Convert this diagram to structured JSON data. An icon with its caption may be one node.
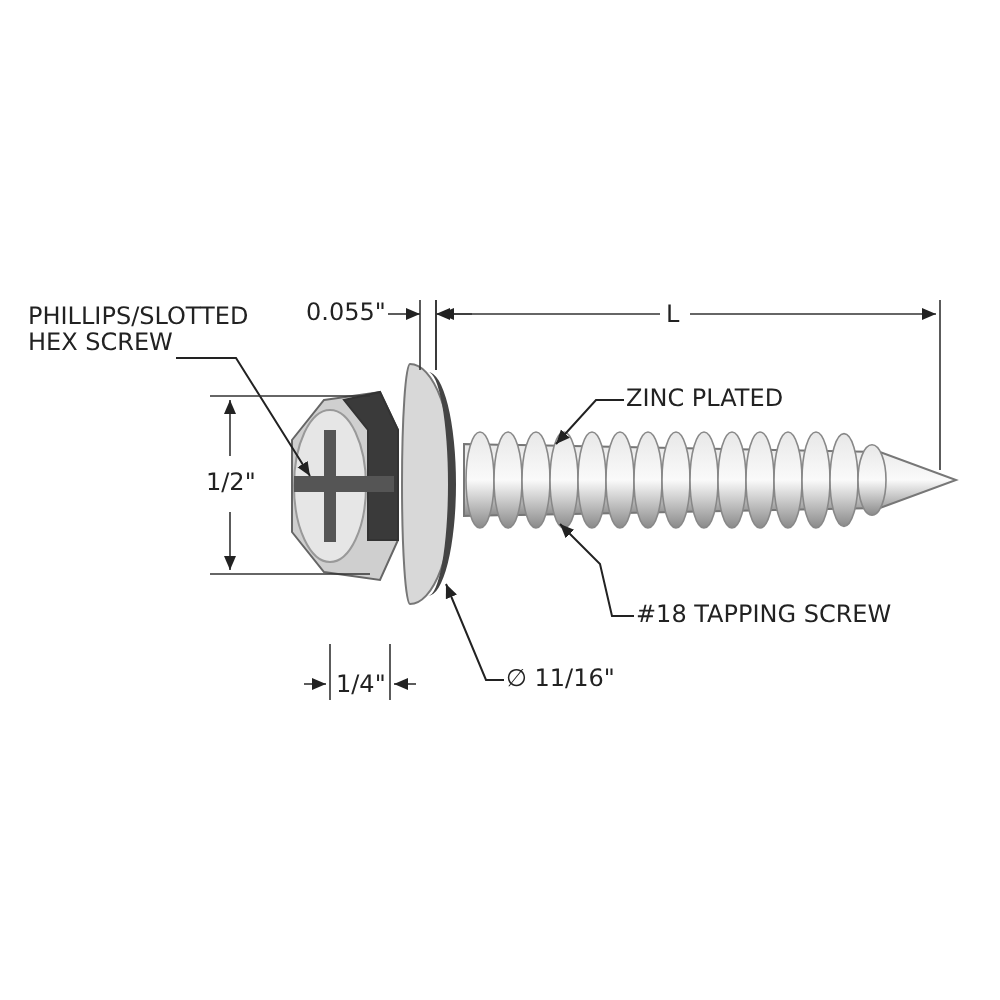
{
  "diagram": {
    "nodes": [
      {
        "text": [
          "PHILLIPS/SLOTTED HEX SCREW"
        ]
      },
      {
        "text": [
          "ZINC PLATED"
        ]
      },
      {
        "text": [],
        "shape": "picture"
      },
      {
        "text": [],
        "shape": "picture"
      },
      {
        "text": [],
        "shape": "picture"
      },
      {
        "text": [
          "#18 TAPPING SCREW"
        ]
      },
      {
        "text": [
          "∅ 11/16\""
        ]
      }
    ],
    "edges": [
      {
        "from": 0,
        "to": 2,
        "arrow": "to"
      },
      {
        "from": 1,
        "to": 4,
        "arrow": "to"
      },
      {
        "from": 5,
        "to": 4,
        "arrow": "to"
      },
      {
        "from": 6,
        "to": 3,
        "arrow": "to"
      }
    ],
    "labels": [
      "0.055\"",
      "L",
      "1/2\"",
      "1/4\""
    ]
  }
}
